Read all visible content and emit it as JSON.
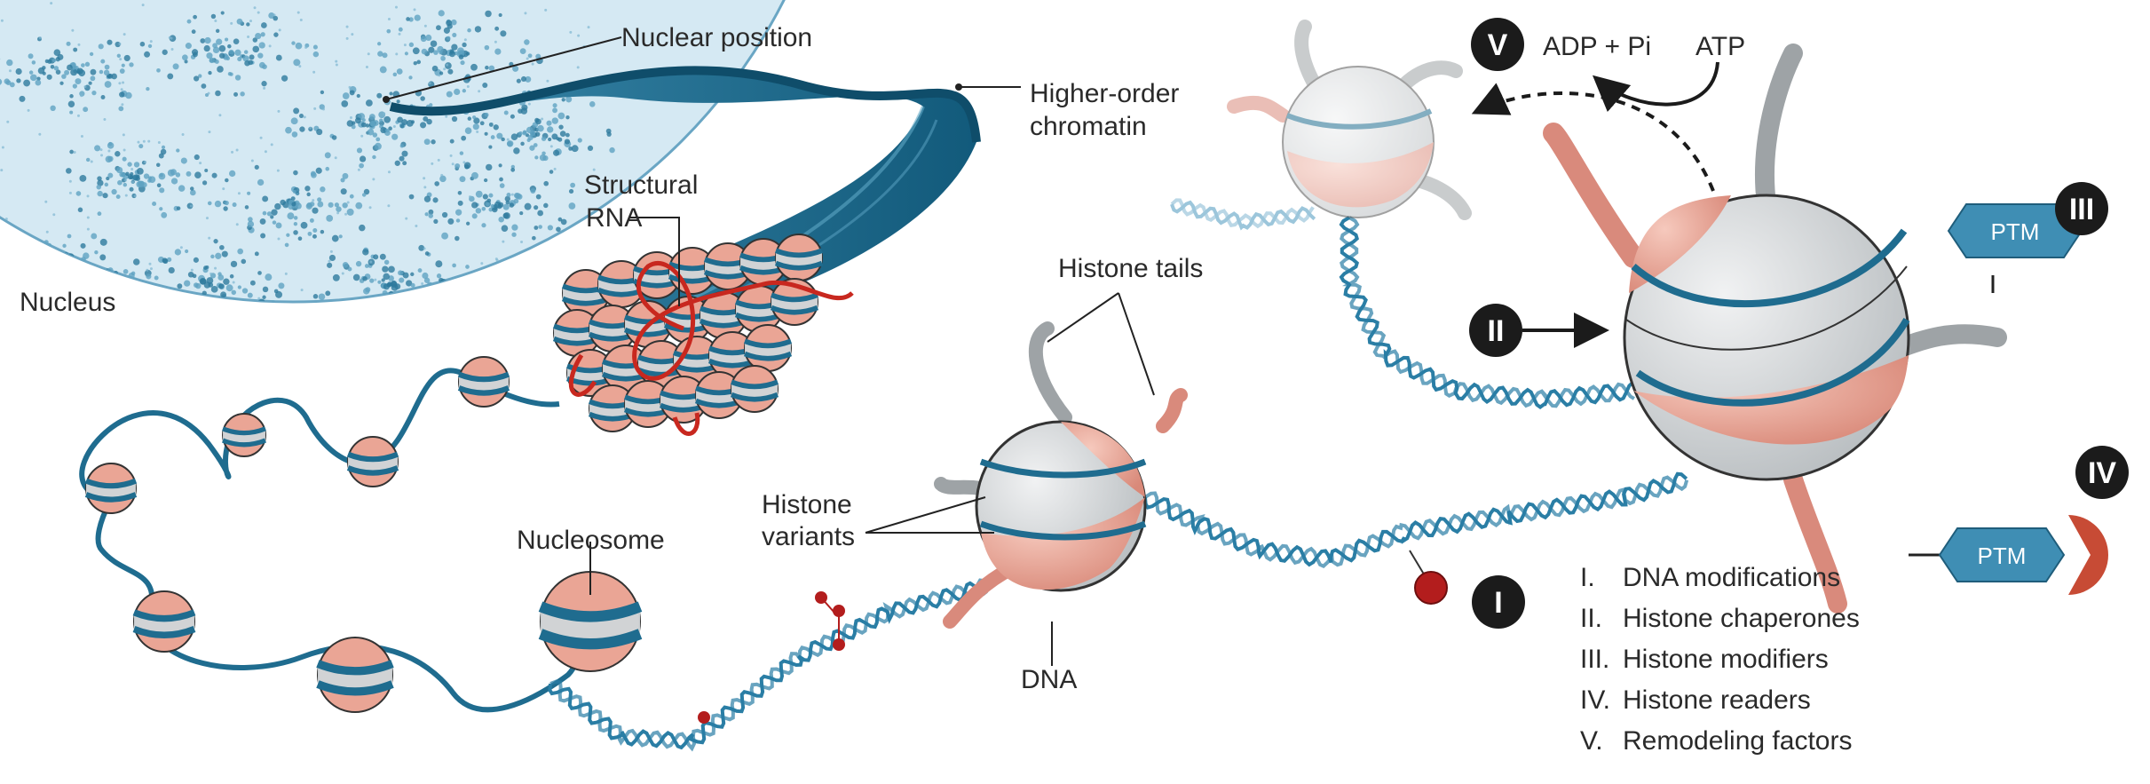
{
  "labels": {
    "nuclear_position": "Nuclear position",
    "higher_order_1": "Higher-order",
    "higher_order_2": "chromatin",
    "structural_1": "Structural",
    "structural_2": "RNA",
    "nucleus": "Nucleus",
    "histone_tails": "Histone tails",
    "histone_variants_1": "Histone",
    "histone_variants_2": "variants",
    "nucleosome": "Nucleosome",
    "dna": "DNA",
    "adp_pi": "ADP + Pi",
    "atp": "ATP",
    "ptm_1": "PTM",
    "ptm_2": "PTM"
  },
  "badges": {
    "I": "I",
    "II": "II",
    "III": "III",
    "IV": "IV",
    "V": "V"
  },
  "legend": [
    {
      "num": "I.",
      "text": "DNA modifications"
    },
    {
      "num": "II.",
      "text": "Histone chaperones"
    },
    {
      "num": "III.",
      "text": "Histone modifiers"
    },
    {
      "num": "IV.",
      "text": "Histone readers"
    },
    {
      "num": "V.",
      "text": "Remodeling factors"
    }
  ],
  "colors": {
    "chromatin_blue": "#1f6c8f",
    "histone_pink": "#eba393",
    "histone_gray": "#cfd3d6",
    "nucleus_fill": "#cfe6f1",
    "ptm_blue": "#3f8eb4",
    "reader_red": "#c74b35",
    "mark_red": "#b31d1d",
    "badge_black": "#1b1b1b"
  }
}
